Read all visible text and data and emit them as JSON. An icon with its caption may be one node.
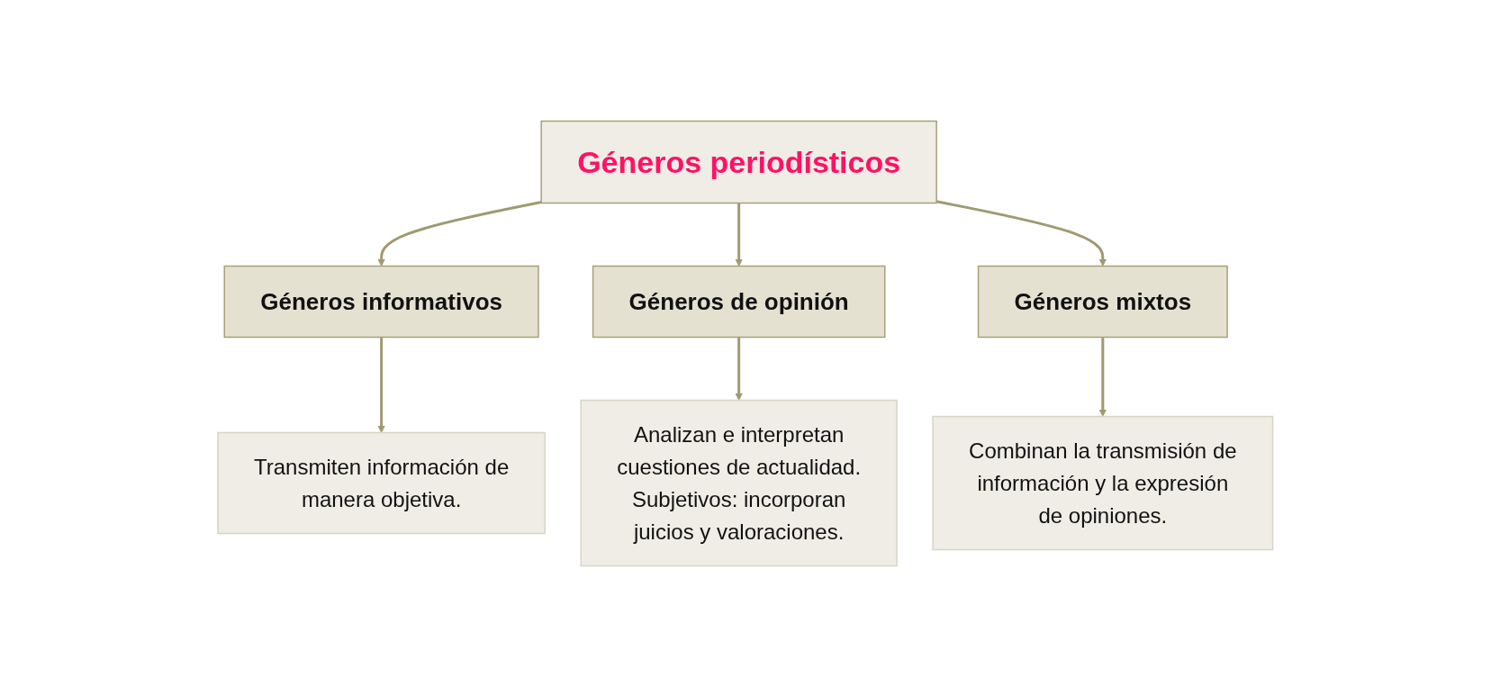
{
  "diagram": {
    "nodes": [
      {
        "text": [
          "Géneros periodísticos"
        ]
      },
      {
        "text": [
          "Géneros informativos"
        ]
      },
      {
        "text": [
          "Géneros de opinión"
        ]
      },
      {
        "text": [
          "Géneros mixtos"
        ]
      },
      {
        "text": [
          "Transmiten información de manera objetiva."
        ]
      },
      {
        "text": [
          "Analizan e interpretan cuestiones de actualidad. Subjetivos: incorporan juicios y valoraciones."
        ]
      },
      {
        "text": [
          "Combinan la transmisión de información y la expresión de opiniones."
        ]
      }
    ],
    "edges": [
      {
        "from": 0,
        "to": 1,
        "arrow": "to"
      },
      {
        "from": 0,
        "to": 2,
        "arrow": "to"
      },
      {
        "from": 0,
        "to": 3,
        "arrow": "to"
      },
      {
        "from": 1,
        "to": 4,
        "arrow": "to"
      },
      {
        "from": 2,
        "to": 5,
        "arrow": "to"
      },
      {
        "from": 3,
        "to": 6,
        "arrow": "to"
      }
    ]
  }
}
